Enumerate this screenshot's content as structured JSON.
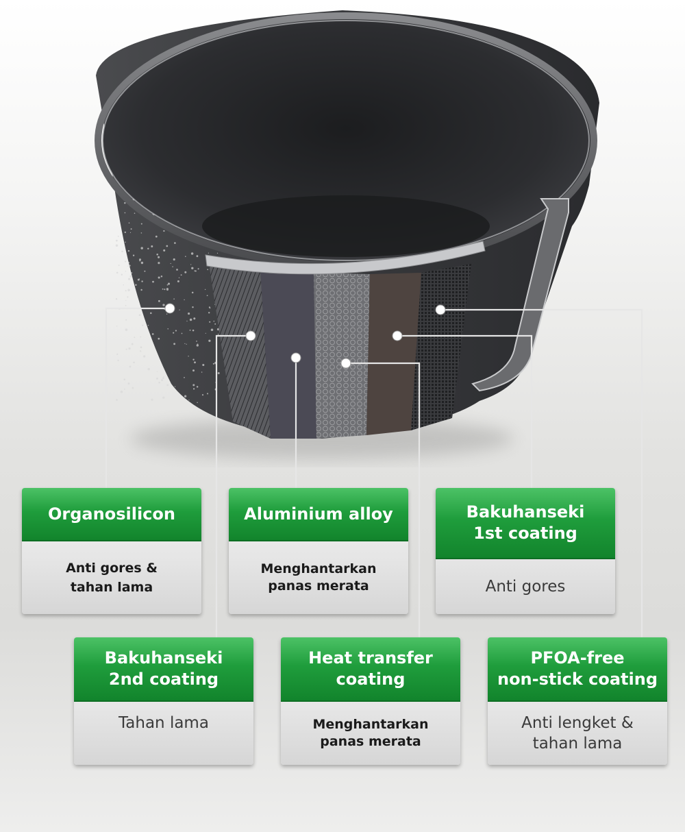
{
  "colors": {
    "accent_green": "#1f9d3c",
    "leader_line": "#e6e6e6",
    "pot_dark": "#2a2b2d"
  },
  "cards": [
    {
      "id": "organosilicon",
      "title": [
        "Organosilicon"
      ],
      "desc": [
        "Anti gores &",
        "tahan lama"
      ],
      "desc_style": "bold"
    },
    {
      "id": "aluminium-alloy",
      "title": [
        "Aluminium alloy"
      ],
      "desc": [
        "Menghantarkan",
        "panas merata"
      ],
      "desc_style": "bold"
    },
    {
      "id": "bakuhanseki-1st",
      "title": [
        "Bakuhanseki",
        "1st coating"
      ],
      "desc": [
        "Anti gores"
      ],
      "desc_style": "light"
    },
    {
      "id": "bakuhanseki-2nd",
      "title": [
        "Bakuhanseki",
        "2nd coating"
      ],
      "desc": [
        "Tahan lama"
      ],
      "desc_style": "light"
    },
    {
      "id": "heat-transfer",
      "title": [
        "Heat transfer",
        "coating"
      ],
      "desc": [
        "Menghantarkan",
        "panas merata"
      ],
      "desc_style": "bold"
    },
    {
      "id": "pfoa-free",
      "title": [
        "PFOA-free",
        "non-stick coating"
      ],
      "desc": [
        "Anti lengket &",
        "tahan lama"
      ],
      "desc_style": "light"
    }
  ]
}
